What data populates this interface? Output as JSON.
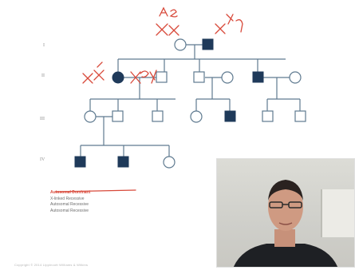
{
  "generation_labels": [
    "I",
    "II",
    "III",
    "IV"
  ],
  "legend": {
    "items": [
      "Autosomal Dominant",
      "X-linked Recessive",
      "Autosomal Recessive",
      "Autosomal Recessive"
    ]
  },
  "footer": "Copyright © 2014 Lippincott Williams & Wilkins",
  "colors": {
    "affected": "#1f3a5a",
    "line": "#5f7a90",
    "annotation": "#d8493a"
  }
}
